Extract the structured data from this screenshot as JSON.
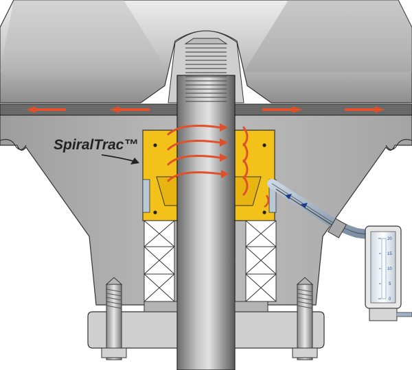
{
  "diagram": {
    "brand_label": "SpiralTrac™",
    "flowmeter": {
      "scale_labels": [
        "20",
        "15",
        "10",
        "5",
        "0"
      ]
    },
    "colors": {
      "metal_light": "#d8d8d8",
      "metal_mid": "#a9a9a9",
      "metal_dark": "#6a6a6a",
      "outline": "#222222",
      "gland_yellow": "#f2c21a",
      "flow_arrow": "#e0512b",
      "flush_line": "#9fb2c7"
    },
    "icons": [
      "flow-arrow-icon",
      "spiral-groove-icon",
      "pointer-arrow-icon"
    ]
  }
}
